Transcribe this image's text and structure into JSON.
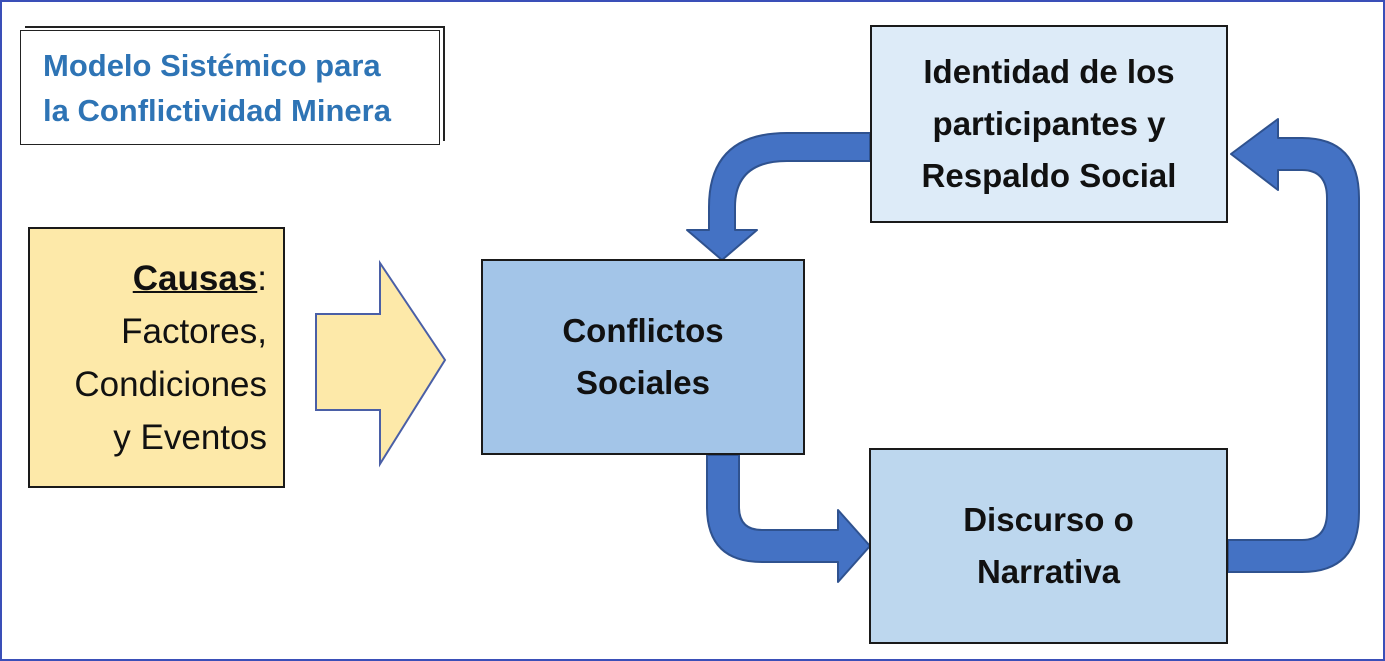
{
  "title": {
    "line1": "Modelo Sistémico para",
    "line2": "la Conflictividad Minera"
  },
  "causas": {
    "heading": "Causas",
    "heading_suffix": ":",
    "lines": [
      "Factores,",
      "Condiciones",
      "y Eventos"
    ]
  },
  "nodes": {
    "conflictos": {
      "lines": [
        "Conflictos",
        "Sociales"
      ]
    },
    "identidad": {
      "lines": [
        "Identidad de los",
        "participantes y",
        "Respaldo Social"
      ]
    },
    "discurso": {
      "lines": [
        "Discurso o",
        "Narrativa"
      ]
    }
  },
  "colors": {
    "frame_border": "#3a4fb8",
    "title_text": "#2e74b5",
    "causas_fill": "#fde9a9",
    "causas_arrow_fill": "#fde9a9",
    "causas_arrow_stroke": "#4a5fa6",
    "conflictos_fill": "#a3c5e8",
    "identidad_fill": "#ddebf8",
    "discurso_fill": "#bdd7ee",
    "loop_arrow_fill": "#4472c4",
    "loop_arrow_stroke": "#2f528f"
  },
  "icons": {
    "input_arrow": "block-arrow-right",
    "loop_arrows": [
      "curved-arrow-down",
      "curved-arrow-right",
      "curved-arrow-left"
    ]
  }
}
